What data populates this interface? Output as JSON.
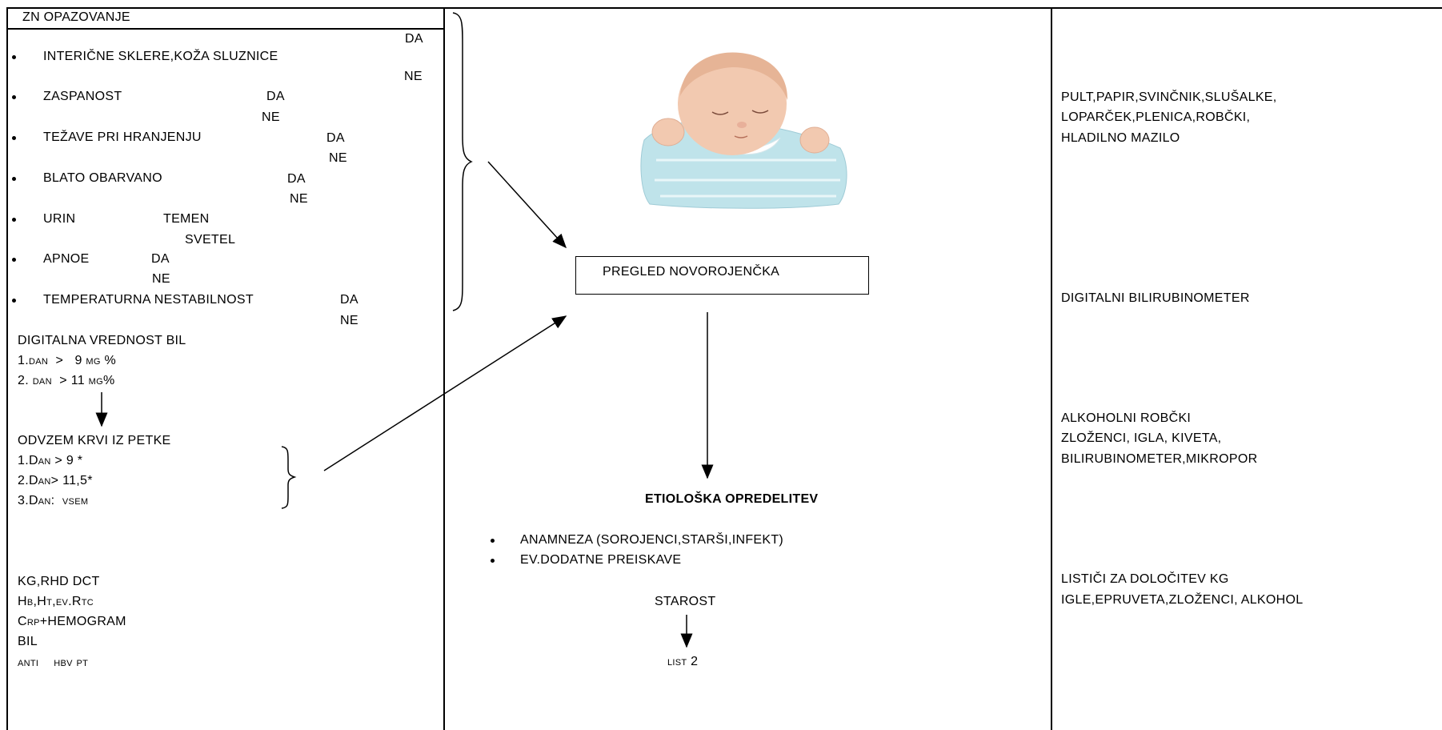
{
  "left": {
    "header": "ZN OPAZOVANJE",
    "observations": [
      {
        "label": "INTERIČNE SKLERE,KOŽA SLUZNICE",
        "opt1": "DA",
        "opt2": "NE"
      },
      {
        "label": "ZASPANOST",
        "opt1": "DA",
        "opt2": "NE"
      },
      {
        "label": "TEŽAVE PRI HRANJENJU",
        "opt1": "DA",
        "opt2": "NE"
      },
      {
        "label": "BLATO OBARVANO",
        "opt1": "DA",
        "opt2": "NE"
      },
      {
        "label": "URIN",
        "opt1": "TEMEN",
        "opt2": "SVETEL"
      },
      {
        "label": "APNOE",
        "opt1": "DA",
        "opt2": "NE"
      },
      {
        "label": "TEMPERATURNA NESTABILNOST",
        "opt1": "DA",
        "opt2": "NE"
      }
    ],
    "bil_title": "DIGITALNA VREDNOST BIL",
    "bil_day1": "1.dan  >   9 mg %",
    "bil_day2": "2. dan  > 11 mg%",
    "blood_title": "ODVZEM KRVI IZ PETKE",
    "blood_lines": [
      "1.Dan > 9 *",
      "2.Dan> 11,5*",
      "3.Dan:  vsem"
    ],
    "lab_lines": [
      "KG,RHD DCT",
      "Hb,Ht,ev.Rtc",
      "Crp+HEMOGRAM",
      "BIL",
      "anti    hbv pt"
    ]
  },
  "middle": {
    "exam_box": "PREGLED NOVOROJENČKA",
    "etiology_title": "ETIOLOŠKA OPREDELITEV",
    "etiology_items": [
      "ANAMNEZA (SOROJENCI,STARŠI,INFEKT)",
      "EV.DODATNE PREISKAVE"
    ],
    "age": "STAROST",
    "next": "list 2"
  },
  "right": {
    "equipment_1": [
      "PULT,PAPIR,SVINČNIK,SLUŠALKE,",
      "LOPARČEK,PLENICA,ROBČKI,",
      "HLADILNO MAZILO"
    ],
    "equipment_2": [
      "DIGITALNI BILIRUBINOMETER"
    ],
    "equipment_3": [
      "ALKOHOLNI ROBČKI",
      "ZLOŽENCI, IGLA, KIVETA,",
      "BILIRUBINOMETER,MIKROPOR"
    ],
    "equipment_4": [
      "LISTIČI ZA DOLOČITEV KG",
      "IGLE,EPRUVETA,ZLOŽENCI, ALKOHOL"
    ]
  },
  "colors": {
    "line": "#000000",
    "background": "#ffffff",
    "sleeve": "#bfe3ea",
    "skin": "#f2c9b0"
  }
}
